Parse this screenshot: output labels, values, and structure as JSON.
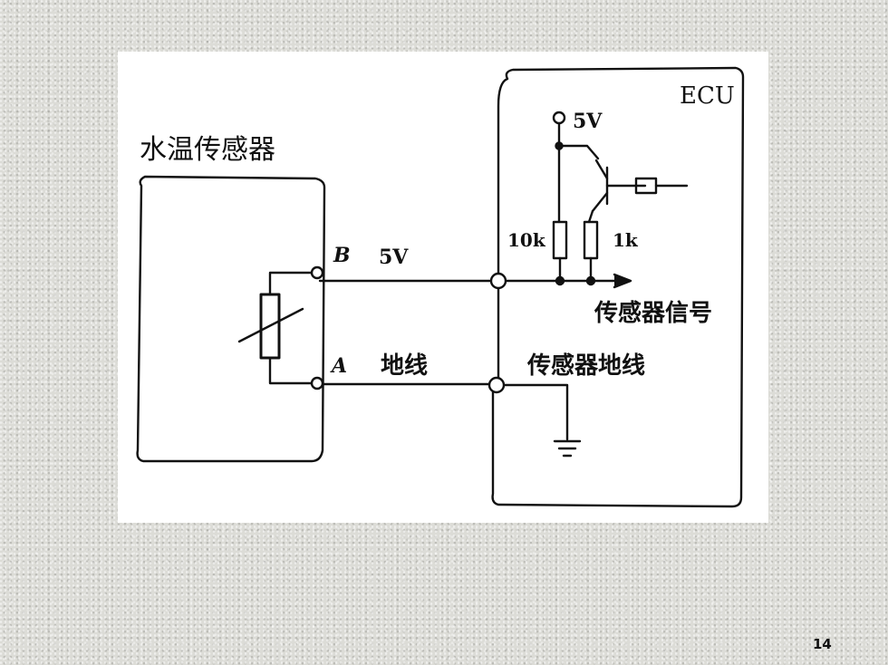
{
  "diagram": {
    "sensor_title": "水温传感器",
    "ecu_label": "ECU",
    "terminal_b": "B",
    "terminal_a": "A",
    "wire_5v_label": "5V",
    "ground_wire_label": "地线",
    "supply_5v_label": "5V",
    "resistor_10k_label": "10k",
    "resistor_1k_label": "1k",
    "sensor_signal_label": "传感器信号",
    "sensor_ground_label": "传感器地线"
  },
  "page": {
    "number": "14"
  }
}
